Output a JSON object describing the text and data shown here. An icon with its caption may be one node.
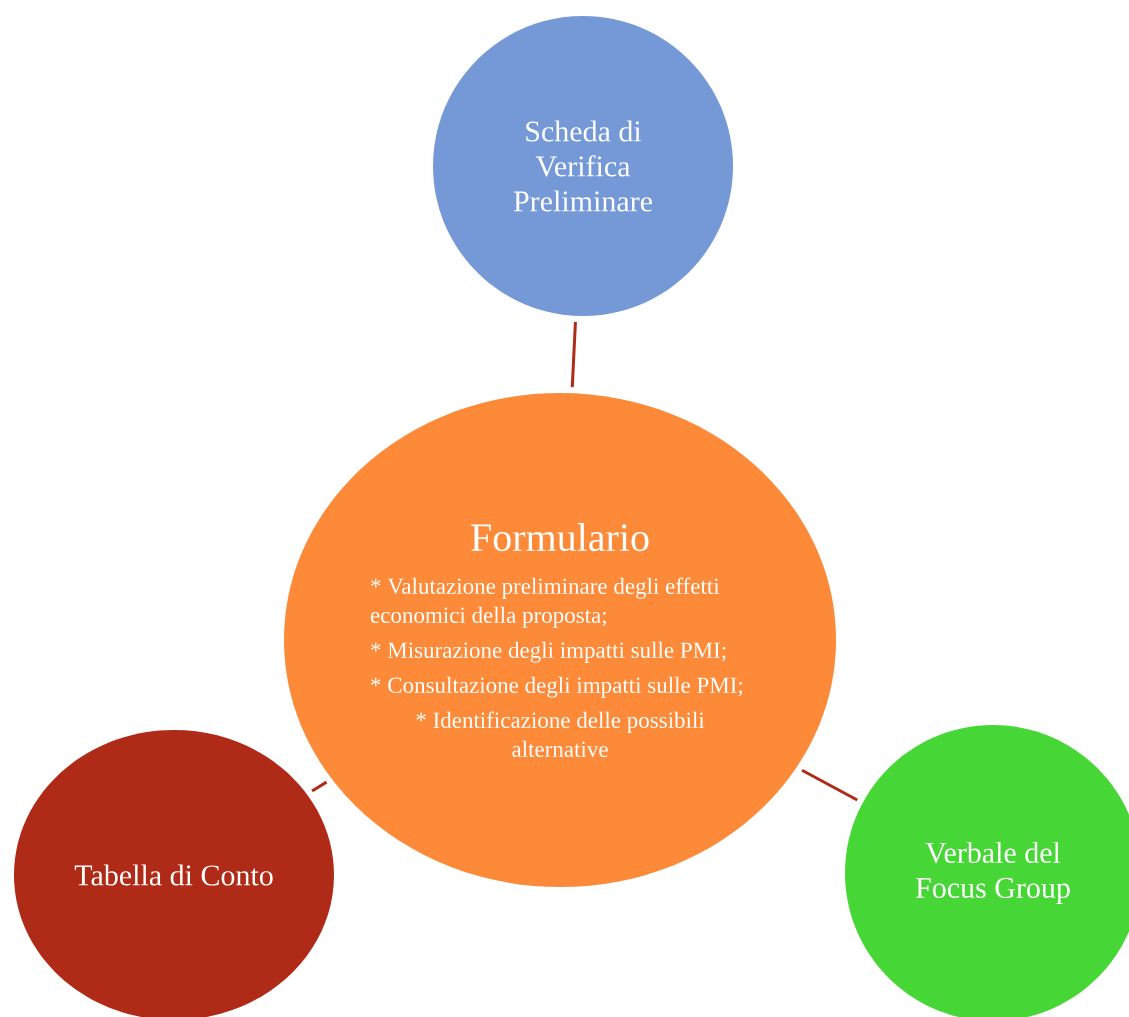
{
  "diagram": {
    "nodes": [
      {
        "text": [
          "Scheda di Verifica Preliminare"
        ]
      },
      {
        "text": [
          "Formulario",
          "* Valutazione preliminare degli effetti economici della proposta;",
          "* Misurazione degli impatti sulle PMI;",
          "* Consultazione degli impatti sulle PMI;",
          "* Identificazione delle possibili alternative"
        ]
      },
      {
        "text": [
          "Tabella di Conto"
        ]
      },
      {
        "text": [
          "Verbale del Focus Group"
        ]
      }
    ],
    "edges": [
      {
        "from": 0,
        "to": 1,
        "arrow": "none"
      },
      {
        "from": 1,
        "to": 2,
        "arrow": "none"
      },
      {
        "from": 1,
        "to": 3,
        "arrow": "none"
      }
    ]
  }
}
